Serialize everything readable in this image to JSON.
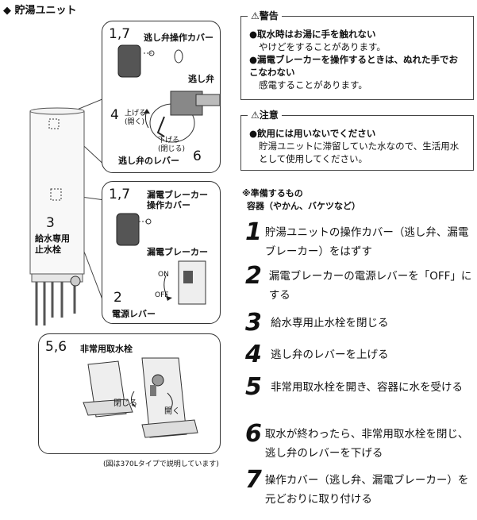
{
  "section_title": "◆ 貯湯ユニット",
  "figure": {
    "top_box": {
      "num_label": "1,7",
      "cover_label": "逃し弁操作カバー",
      "valve_label": "逃し弁",
      "step4_num": "4",
      "up_label": "上げる",
      "open_label": "(開く)",
      "down_label": "下げる",
      "close_label": "(閉じる)",
      "lever_label": "逃し弁のレバー",
      "step6_num": "6"
    },
    "mid_box": {
      "num_label": "1,7",
      "cover_label_1": "漏電ブレーカー",
      "cover_label_2": "操作カバー",
      "breaker_label": "漏電ブレーカー",
      "on_label": "ON",
      "off_label": "OFF",
      "step2_num": "2",
      "lever_label": "電源レバー"
    },
    "unit": {
      "step3_num": "3",
      "stop_label_1": "給水専用",
      "stop_label_2": "止水栓"
    },
    "bottom_box": {
      "num_label": "5,6",
      "tap_label": "非常用取水栓",
      "close_label": "閉じる",
      "open_label": "開く"
    },
    "caption": "(図は370Lタイプで説明しています)"
  },
  "warning": {
    "title": "警告",
    "items": [
      {
        "head": "●取水時はお湯に手を触れない",
        "sub": "やけどをすることがあります。"
      },
      {
        "head": "●漏電ブレーカーを操作するときは、ぬれた手でおこなわない",
        "sub": "感電することがあります。"
      }
    ]
  },
  "caution": {
    "title": "注意",
    "head": "●飲用には用いないでください",
    "sub": "貯湯ユニットに滞留していた水なので、生活用水として使用してください。"
  },
  "prep": {
    "label": "※準備するもの",
    "items": "容器（やかん、バケツなど）"
  },
  "steps": [
    {
      "num": "1",
      "text": "貯湯ユニットの操作カバー（逃し弁、漏電ブレーカー）をはずす"
    },
    {
      "num": "2",
      "text": "漏電ブレーカーの電源レバーを「OFF」にする"
    },
    {
      "num": "3",
      "text": "給水専用止水栓を閉じる"
    },
    {
      "num": "4",
      "text": "逃し弁のレバーを上げる"
    },
    {
      "num": "5",
      "text": "非常用取水栓を開き、容器に水を受ける"
    },
    {
      "num": "6",
      "text": "取水が終わったら、非常用取水栓を閉じ、逃し弁のレバーを下げる"
    },
    {
      "num": "7",
      "text": "操作カバー（逃し弁、漏電ブレーカー）を元どおりに取り付ける"
    }
  ]
}
